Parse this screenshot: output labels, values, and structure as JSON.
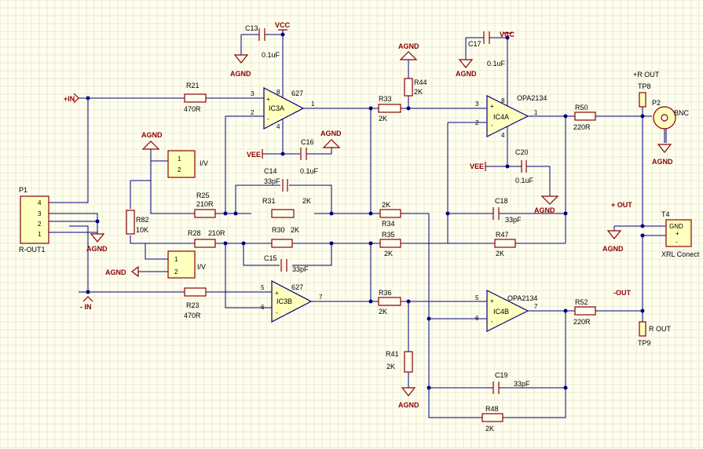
{
  "nets": {
    "vcc": "VCC",
    "vee": "VEE",
    "agnd": "AGND",
    "in_pos": "+IN",
    "in_neg": "- IN",
    "r_out_top": "+R OUT",
    "r_out_bot": "R OUT",
    "out_pos": "+ OUT",
    "out_neg": "-OUT",
    "bnc": "BNC",
    "iv": "I/V"
  },
  "connectors": {
    "p1": {
      "designator": "P1",
      "comment": "R-OUT1",
      "pins": [
        "4",
        "3",
        "2",
        "1"
      ]
    },
    "p2": {
      "designator": "P2"
    },
    "t4": {
      "designator": "T4",
      "comment": "XRL Conect",
      "pin_gnd": "GND",
      "pin_plus": "+",
      "pin_minus": "-"
    },
    "tp8": {
      "designator": "TP8"
    },
    "tp9": {
      "designator": "TP9"
    },
    "iv_top": {
      "pins": [
        "1",
        "2"
      ]
    },
    "iv_bot": {
      "pins": [
        "1",
        "2"
      ]
    }
  },
  "opamps": {
    "ic3a": {
      "designator": "IC3A",
      "part": "627",
      "pins": {
        "in_pos": "3",
        "in_neg": "2",
        "out": "1",
        "vpos": "8",
        "vneg": "4"
      }
    },
    "ic3b": {
      "designator": "IC3B",
      "part": "627",
      "pins": {
        "in_pos": "5",
        "in_neg": "6",
        "out": "7"
      }
    },
    "ic4a": {
      "designator": "IC4A",
      "part": "OPA2134",
      "pins": {
        "in_pos": "3",
        "in_neg": "2",
        "out": "1",
        "vpos": "8",
        "vneg": "4"
      }
    },
    "ic4b": {
      "designator": "IC4B",
      "part": "OPA2134",
      "pins": {
        "in_pos": "5",
        "in_neg": "6",
        "out": "7"
      }
    },
    "plus_sign": "+",
    "minus_sign": "-"
  },
  "resistors": {
    "r21": {
      "designator": "R21",
      "value": "470R"
    },
    "r23": {
      "designator": "R23",
      "value": "470R"
    },
    "r25": {
      "designator": "R25",
      "value": "210R"
    },
    "r28": {
      "designator": "R28",
      "value": "210R"
    },
    "r30": {
      "designator": "R30",
      "value": "2K"
    },
    "r31": {
      "designator": "R31",
      "value": "2K"
    },
    "r33": {
      "designator": "R33",
      "value": "2K"
    },
    "r34": {
      "designator": "R34",
      "value": "2K"
    },
    "r35": {
      "designator": "R35",
      "value": "2K"
    },
    "r36": {
      "designator": "R36",
      "value": "2K"
    },
    "r41": {
      "designator": "R41",
      "value": "2K"
    },
    "r44": {
      "designator": "R44",
      "value": "2K"
    },
    "r47": {
      "designator": "R47",
      "value": "2K"
    },
    "r48": {
      "designator": "R48",
      "value": "2K"
    },
    "r50": {
      "designator": "R50",
      "value": "220R"
    },
    "r52": {
      "designator": "R52",
      "value": "220R"
    },
    "r82": {
      "designator": "R82",
      "value": "10K"
    }
  },
  "capacitors": {
    "c13": {
      "designator": "C13",
      "value": "0.1uF"
    },
    "c14": {
      "designator": "C14",
      "value": "33pF"
    },
    "c15": {
      "designator": "C15",
      "value": "33pF"
    },
    "c16": {
      "designator": "C16",
      "value": "0.1uF"
    },
    "c17": {
      "designator": "C17",
      "value": "0.1uF"
    },
    "c18": {
      "designator": "C18",
      "value": "33pF"
    },
    "c19": {
      "designator": "C19",
      "value": "33pF"
    },
    "c20": {
      "designator": "C20",
      "value": "0.1uF"
    }
  },
  "colors": {
    "wire": "#000080",
    "component": "#8b0000",
    "fill": "#ffffbf",
    "background": "#fffff0"
  }
}
